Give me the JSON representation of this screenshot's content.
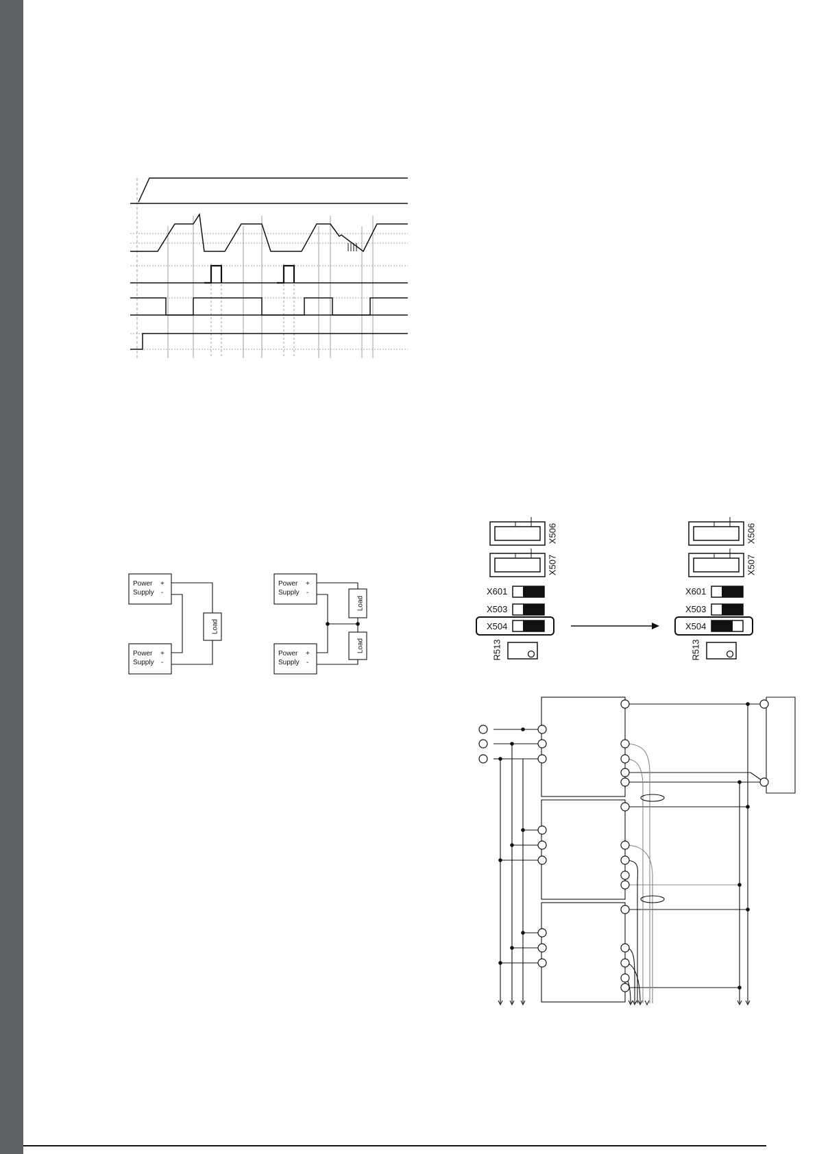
{
  "diagrams": {
    "supply_connection": {
      "supply_label_line1": "Power",
      "supply_label_line2": "Supply",
      "plus": "+",
      "minus": "-",
      "load": "Load"
    },
    "jumper_settings": {
      "connectors": [
        "X506",
        "X507"
      ],
      "jumpers": [
        "X601",
        "X503",
        "X504"
      ],
      "resistor": "R513"
    }
  },
  "colors": {
    "sidebar": "#5d6166",
    "ink": "#111111",
    "guide": "#888888"
  }
}
